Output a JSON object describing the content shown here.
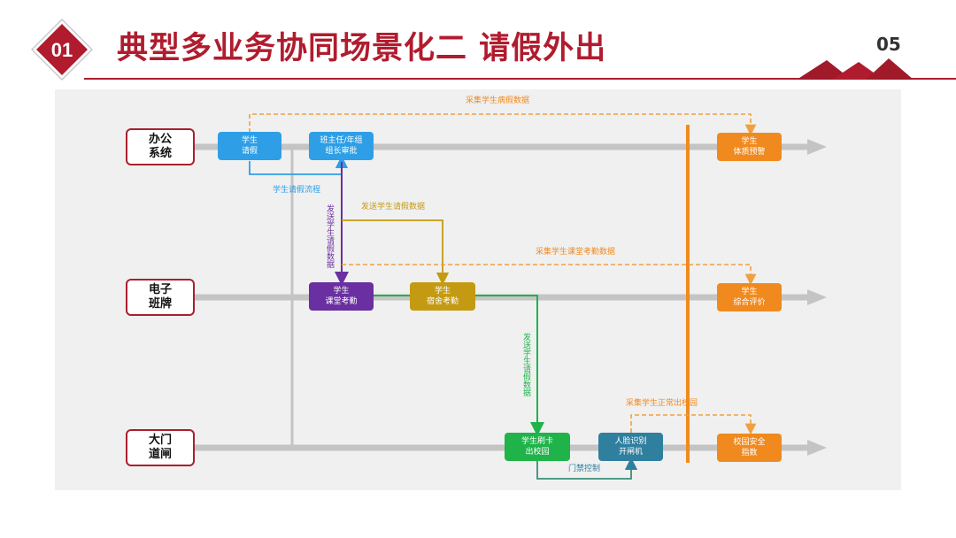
{
  "header": {
    "badge_number": "01",
    "title": "典型多业务协同场景化二  请假外出",
    "page_number": "05"
  },
  "colors": {
    "brand_red": "#b01c2e",
    "blue": "#2e9fe6",
    "purple": "#6a2fa0",
    "gold": "#c49a12",
    "green": "#1fb34a",
    "teal": "#2f7f9e",
    "orange": "#f08a1e",
    "dashed_orange": "#f0a040"
  },
  "rows": [
    {
      "line1": "办公",
      "line2": "系统"
    },
    {
      "line1": "电子",
      "line2": "班牌"
    },
    {
      "line1": "大门",
      "line2": "道闸"
    }
  ],
  "nodes": {
    "student_leave": {
      "line1": "学生",
      "line2": "请假"
    },
    "teacher_approve": {
      "line1": "班主任/年组",
      "line2": "组长审批"
    },
    "health_warning": {
      "line1": "学生",
      "line2": "体质预警"
    },
    "class_attendance": {
      "line1": "学生",
      "line2": "课堂考勤"
    },
    "dorm_attendance": {
      "line1": "学生",
      "line2": "宿舍考勤"
    },
    "overall_evaluation": {
      "line1": "学生",
      "line2": "综合评价"
    },
    "card_exit": {
      "line1": "学生刷卡",
      "line2": "出校园"
    },
    "face_gate": {
      "line1": "人脸识别",
      "line2": "开闸机"
    },
    "campus_safety": {
      "line1": "校园安全",
      "line2": "指数"
    }
  },
  "edge_labels": {
    "collect_sick_leave": "采集学生病假数据",
    "leave_process": "学生请假流程",
    "send_leave_data_purple": "发送学生请假数据",
    "send_leave_data_gold": "发送学生请假数据",
    "collect_class_attendance": "采集学生课堂考勤数据",
    "send_leave_data_green": "发送学生请假数据",
    "collect_normal_exit": "采集学生正常出校园",
    "gate_control": "门禁控制"
  }
}
